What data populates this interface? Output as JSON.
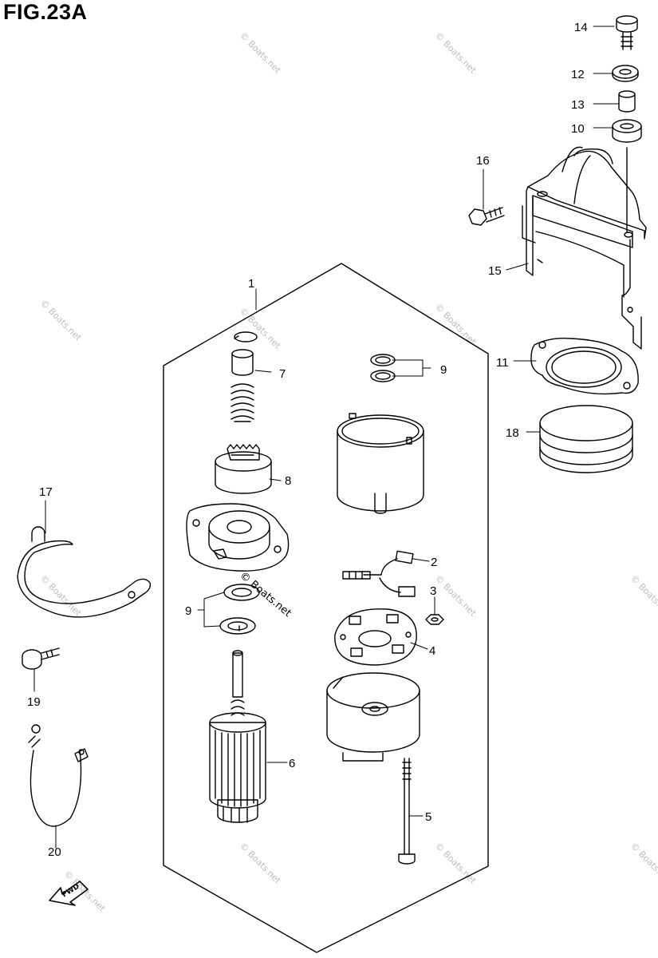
{
  "figure": {
    "title": "FIG.23A"
  },
  "callouts": [
    "1",
    "2",
    "3",
    "4",
    "5",
    "6",
    "7",
    "8",
    "9",
    "9",
    "10",
    "11",
    "12",
    "13",
    "14",
    "15",
    "16",
    "17",
    "18",
    "19",
    "20"
  ],
  "watermark": "© Boats.net",
  "direction_marker": "FWD"
}
